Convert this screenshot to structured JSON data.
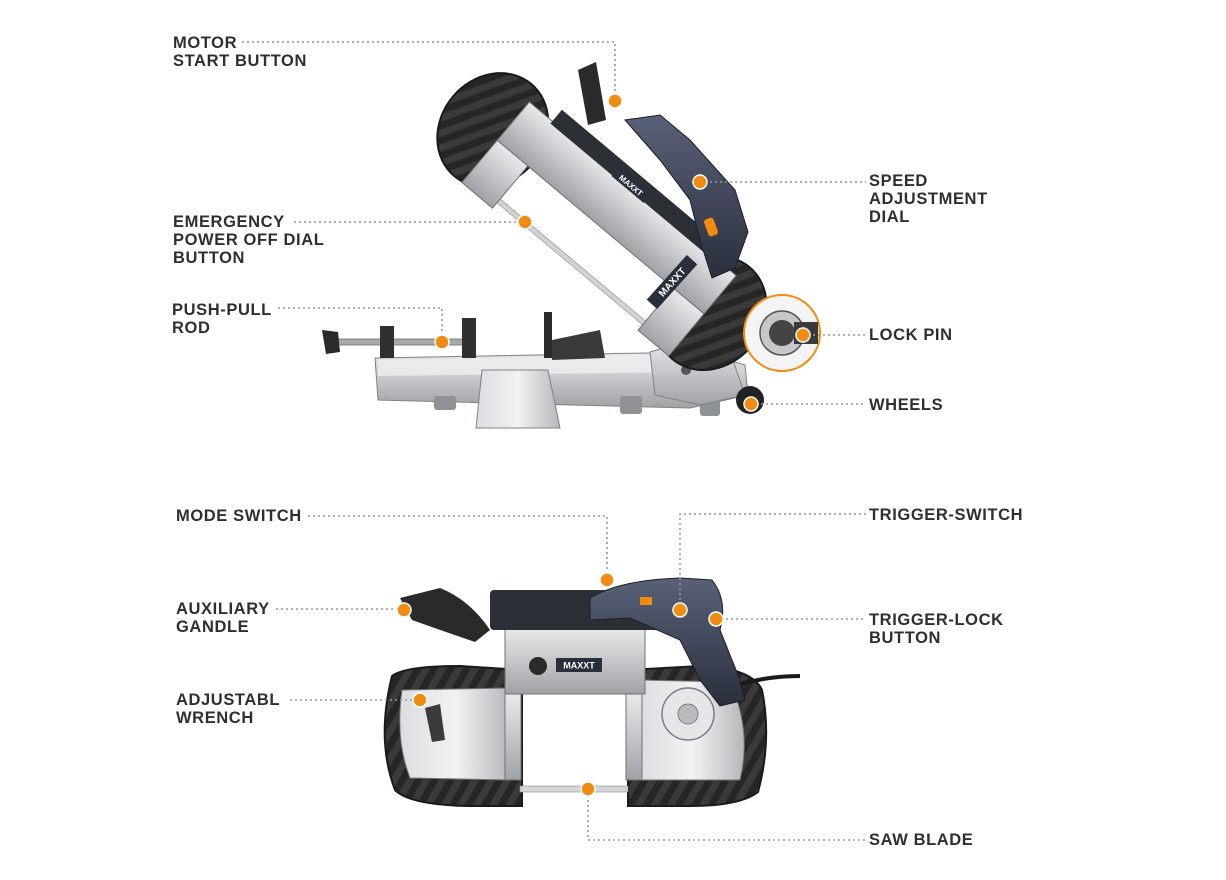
{
  "colors": {
    "accent": "#f08c12",
    "label_text": "#2f2f2f",
    "leader_line": "#9a9a9a",
    "body_silver": "#c9cbcd",
    "body_dark": "#2b2f36",
    "handle_navy": "#3c4356",
    "tire_black": "#222222"
  },
  "brand": {
    "logo_text": "MAXXT"
  },
  "callouts": {
    "motor_start_button": "MOTOR\nSTART BUTTON",
    "emergency_power_off": "EMERGENCY\nPOWER OFF DIAL\nBUTTON",
    "push_pull_rod": "PUSH-PULL\nROD",
    "speed_adjustment_dial": "SPEED\nADJUSTMENT\nDIAL",
    "lock_pin": "LOCK PIN",
    "wheels": "WHEELS",
    "mode_switch": "MODE SWITCH",
    "trigger_switch": "TRIGGER-SWITCH",
    "auxiliary_handle": "AUXILIARY\nGANDLE",
    "trigger_lock_button": "TRIGGER-LOCK\nBUTTON",
    "adjustable_wrench": "ADJUSTABL\nWRENCH",
    "saw_blade": "SAW BLADE"
  }
}
